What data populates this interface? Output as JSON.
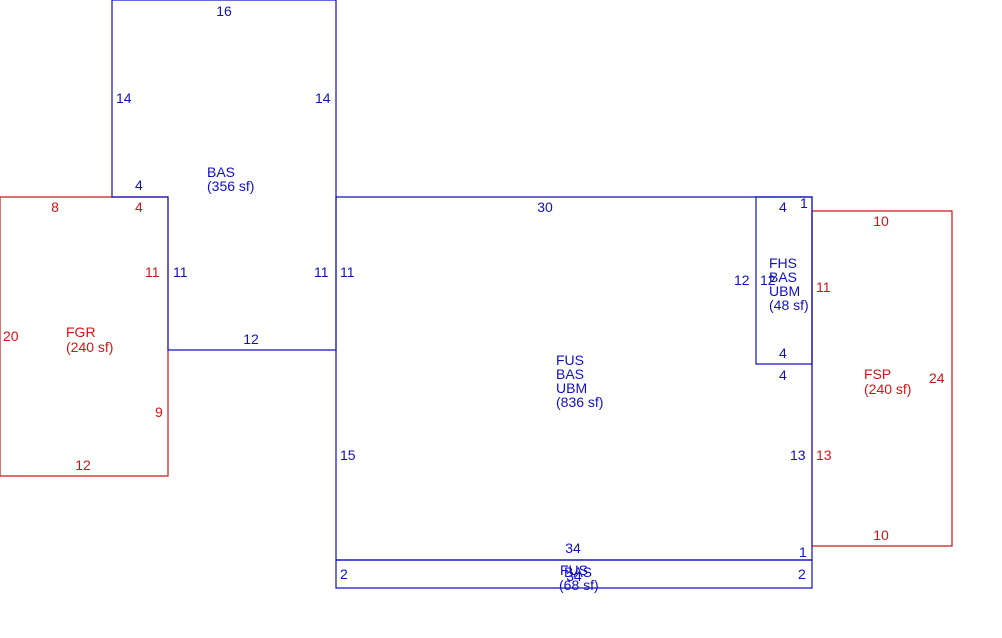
{
  "colors": {
    "blue": "#1010c0",
    "red": "#d21414"
  },
  "areas": {
    "bas_top": {
      "code": "BAS",
      "area": "(356 sf)"
    },
    "fgr": {
      "code": "FGR",
      "area": "(240 sf)"
    },
    "main": {
      "code1": "FUS",
      "code2": "BAS",
      "code3": "UBM",
      "area": "(836 sf)"
    },
    "fhs": {
      "code1": "FHS",
      "code2": "BAS",
      "code3": "UBM",
      "area": "(48 sf)"
    },
    "fsp": {
      "code": "FSP",
      "area": "(240 sf)"
    },
    "bottom_strip": {
      "code1": "FUS",
      "code2": "BAS",
      "area": "(68 sf)"
    }
  },
  "dims": {
    "bas_top_top": "16",
    "bas_top_left": "14",
    "bas_top_right": "14",
    "bas_step_top": "4",
    "bas_lower_left": "11",
    "bas_lower_right": "11",
    "bas_bottom": "12",
    "fgr_top": "8",
    "fgr_top_right": "4",
    "fgr_right_upper": "11",
    "fgr_left": "20",
    "fgr_right_lower": "9",
    "fgr_bottom": "12",
    "main_top": "30",
    "main_left_upper": "11",
    "main_left_lower": "15",
    "main_bottom": "34",
    "main_right_top": "1",
    "main_right_lower": "13",
    "main_right_bottom": "1",
    "fhs_top": "4",
    "fhs_left": "12",
    "fhs_right": "12",
    "fhs_bottom": "4",
    "fhs_below": "4",
    "fsp_top": "10",
    "fsp_left": "11",
    "fsp_right": "24",
    "fsp_left_lower": "13",
    "fsp_bottom": "10",
    "strip_left": "2",
    "strip_right": "2",
    "strip_bottom": "34"
  }
}
